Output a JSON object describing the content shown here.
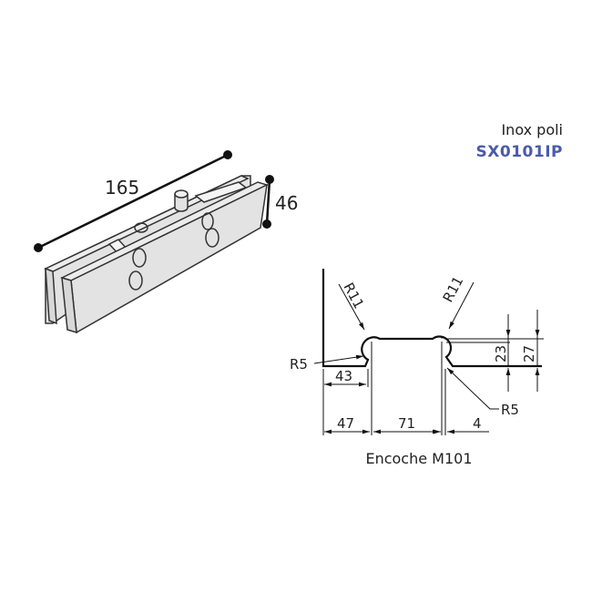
{
  "product": {
    "finish": "Inox poli",
    "code": "SX0101IP",
    "code_color": "#4a5bab"
  },
  "iso_view": {
    "length_label": "165",
    "height_label": "46"
  },
  "section_view": {
    "caption": "Encoche M101",
    "radius_large_left": "R11",
    "radius_large_right": "R11",
    "radius_small_left": "R5",
    "radius_small_right": "R5",
    "dim_43": "43",
    "dim_47": "47",
    "dim_71": "71",
    "dim_4": "4",
    "dim_23": "23",
    "dim_27": "27"
  },
  "colors": {
    "line": "#1a1a1a",
    "body_fill": "#e3e3e3"
  }
}
